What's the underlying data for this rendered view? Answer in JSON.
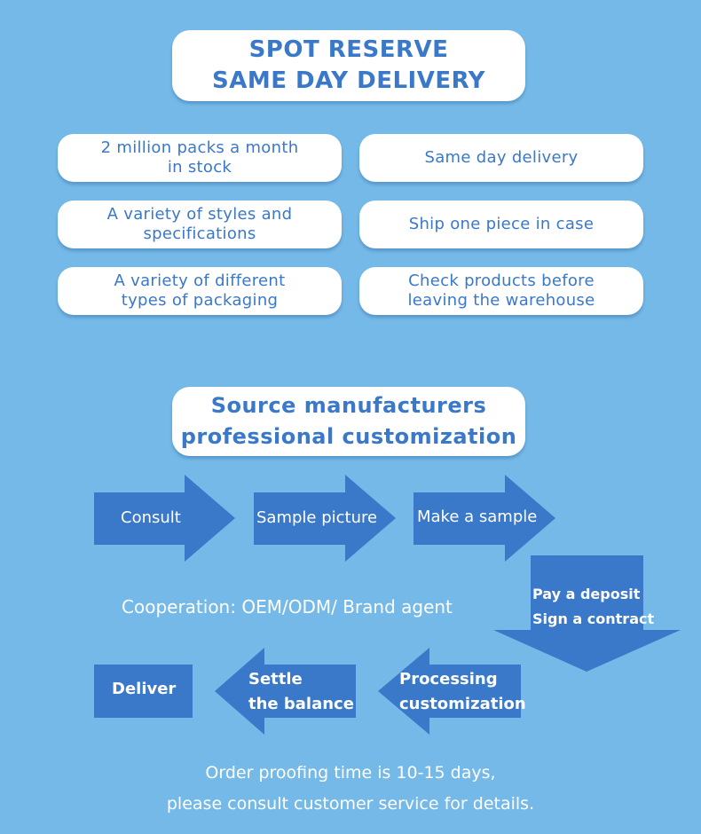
{
  "colors": {
    "background": "#74b9e7",
    "card": "#ffffff",
    "card_text": "#3a78c9",
    "arrow": "#3a78c9",
    "arrow_text": "#ffffff"
  },
  "section1": {
    "title_line1": "SPOT RESERVE",
    "title_line2": "SAME DAY DELIVERY",
    "features": [
      {
        "line1": "2 million packs a month",
        "line2": "in stock"
      },
      {
        "line1": "Same day delivery",
        "line2": ""
      },
      {
        "line1": "A variety of styles and",
        "line2": "specifications"
      },
      {
        "line1": "Ship one piece in case",
        "line2": ""
      },
      {
        "line1": "A variety of different",
        "line2": "types of packaging"
      },
      {
        "line1": "Check products before",
        "line2": "leaving the warehouse"
      }
    ]
  },
  "section2": {
    "title_line1": "Source manufacturers",
    "title_line2": "professional customization",
    "steps": [
      {
        "line1": "Consult",
        "line2": "",
        "direction": "right"
      },
      {
        "line1": "Sample picture",
        "line2": "",
        "direction": "right"
      },
      {
        "line1": "Make a sample",
        "line2": "",
        "direction": "right"
      },
      {
        "line1": "Pay a deposit",
        "line2": "Sign a contract",
        "direction": "down"
      },
      {
        "line1": "Processing",
        "line2": "customization",
        "direction": "left"
      },
      {
        "line1": "Settle",
        "line2": "the balance",
        "direction": "left"
      },
      {
        "line1": "Deliver",
        "line2": "",
        "direction": "none"
      }
    ],
    "cooperation": "Cooperation: OEM/ODM/ Brand agent",
    "note_line1": "Order proofing time is 10-15 days,",
    "note_line2": "please consult customer service for details."
  }
}
